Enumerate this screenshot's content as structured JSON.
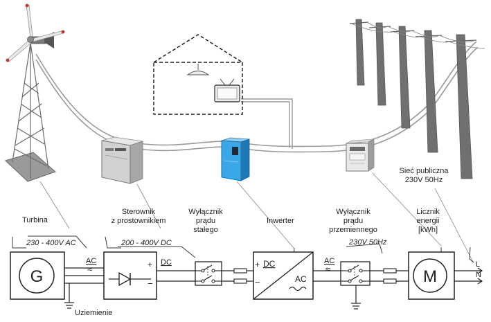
{
  "colors": {
    "line": "#3a3a3a",
    "cable": "#9a9a9a",
    "inverter": "#3aa7e8",
    "cabinet": "#c9c9c9",
    "pole": "#6c6c6c",
    "turbine_tip": "#c8332b"
  },
  "labels": {
    "turbina": "Turbina",
    "turbina_spec": "230 - 400V AC",
    "sterownik_l1": "Sterownik",
    "sterownik_l2": "z prostownikiem",
    "sterownik_spec": "200 - 400V DC",
    "wyl_dc_l1": "Wyłącznik",
    "wyl_dc_l2": "prądu",
    "wyl_dc_l3": "stałego",
    "inwerter": "Inwerter",
    "wyl_ac_l1": "Wyłącznik",
    "wyl_ac_l2": "prądu",
    "wyl_ac_l3": "przemiennego",
    "wyl_ac_spec": "230V 50Hz",
    "licznik_l1": "Licznik",
    "licznik_l2": "energii",
    "licznik_l3": "[kWh]",
    "siec_l1": "Sieć publiczna",
    "siec_l2": "230V 50Hz",
    "uziemienie": "Uziemienie"
  },
  "symbols": {
    "generator": "G",
    "meter": "M",
    "ac1": "AC",
    "dc1": "DC",
    "inv_dc": "DC",
    "inv_ac": "AC",
    "ac2": "AC",
    "plus": "+",
    "minus": "−",
    "inv_plus": "+",
    "inv_minus": "−",
    "line_L": "L",
    "line_N": "N",
    "tilde": "≈"
  }
}
